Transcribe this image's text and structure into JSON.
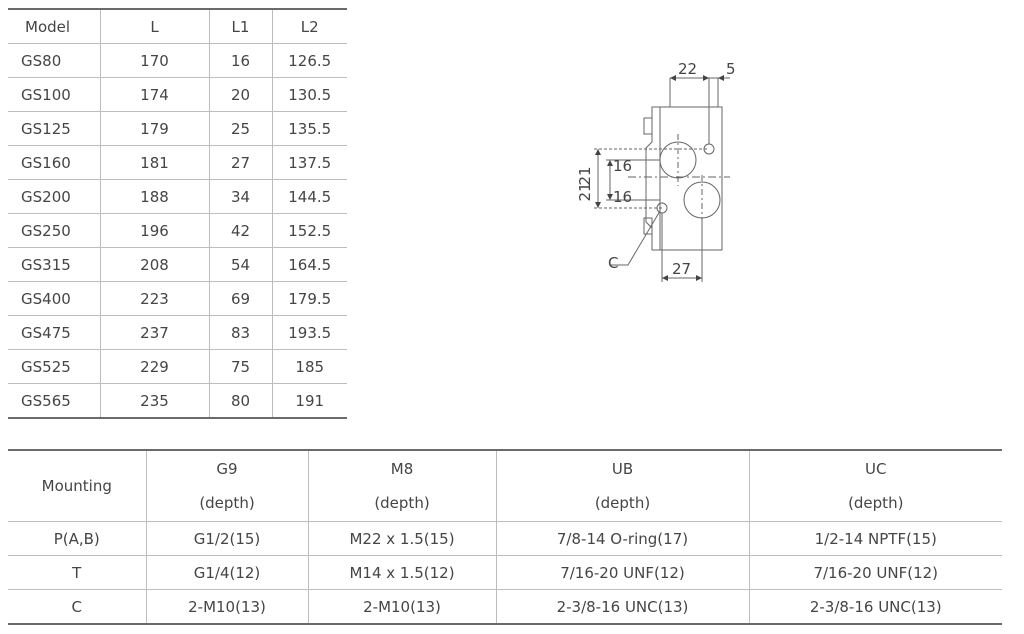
{
  "model_table": {
    "headers": [
      "Model",
      "L",
      "L1",
      "L2"
    ],
    "rows": [
      [
        "GS80",
        "170",
        "16",
        "126.5"
      ],
      [
        "GS100",
        "174",
        "20",
        "130.5"
      ],
      [
        "GS125",
        "179",
        "25",
        "135.5"
      ],
      [
        "GS160",
        "181",
        "27",
        "137.5"
      ],
      [
        "GS200",
        "188",
        "34",
        "144.5"
      ],
      [
        "GS250",
        "196",
        "42",
        "152.5"
      ],
      [
        "GS315",
        "208",
        "54",
        "164.5"
      ],
      [
        "GS400",
        "223",
        "69",
        "179.5"
      ],
      [
        "GS475",
        "237",
        "83",
        "193.5"
      ],
      [
        "GS525",
        "229",
        "75",
        "185"
      ],
      [
        "GS565",
        "235",
        "80",
        "191"
      ]
    ]
  },
  "drawing": {
    "dim_top_left": "22",
    "dim_top_right": "5",
    "dim_vert_outer_upper": "21",
    "dim_vert_outer_lower": "21",
    "dim_vert_inner_upper": "16",
    "dim_vert_inner_lower": "16",
    "dim_bottom": "27",
    "label_c": "C"
  },
  "mount_table": {
    "header_first": "Mounting",
    "columns": [
      {
        "main": "G9",
        "sub": "(depth)"
      },
      {
        "main": "M8",
        "sub": "(depth)"
      },
      {
        "main": "UB",
        "sub": "(depth)"
      },
      {
        "main": "UC",
        "sub": "(depth)"
      }
    ],
    "rows": [
      {
        "label": "P(A,B)",
        "cells": [
          "G1/2(15)",
          "M22 x 1.5(15)",
          "7/8-14 O-ring(17)",
          "1/2-14 NPTF(15)"
        ]
      },
      {
        "label": "T",
        "cells": [
          "G1/4(12)",
          "M14 x 1.5(12)",
          "7/16-20 UNF(12)",
          "7/16-20 UNF(12)"
        ]
      },
      {
        "label": "C",
        "cells": [
          "2-M10(13)",
          "2-M10(13)",
          "2-3/8-16 UNC(13)",
          "2-3/8-16 UNC(13)"
        ]
      }
    ]
  }
}
